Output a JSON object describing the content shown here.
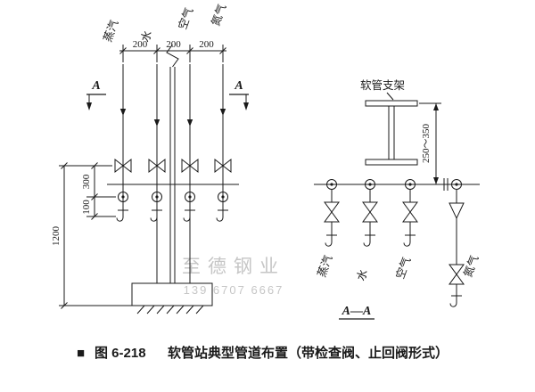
{
  "figure_caption": {
    "marker": "■",
    "number": "图 6-218",
    "title": "软管站典型管道布置（带检查阀、止回阀形式）"
  },
  "front_view": {
    "pipe_labels": [
      "蒸汽",
      "水",
      "空气",
      "氮气"
    ],
    "top_dims": [
      "200",
      "200",
      "200"
    ],
    "dim_300": "300",
    "dim_100": "100",
    "dim_1200": "1200",
    "section_letter_left": "A",
    "section_letter_right": "A"
  },
  "section_view": {
    "support_label": "软管支架",
    "dim_height": "250～350",
    "pipe_labels": [
      "蒸汽",
      "水",
      "空气",
      "氮气"
    ],
    "view_title": "A—A"
  },
  "watermark": {
    "company": "至德钢业",
    "phone": "139 6707 6667"
  },
  "colors": {
    "line": "#1a1a1a",
    "watermark": "#c6c6c6",
    "background": "#ffffff"
  }
}
